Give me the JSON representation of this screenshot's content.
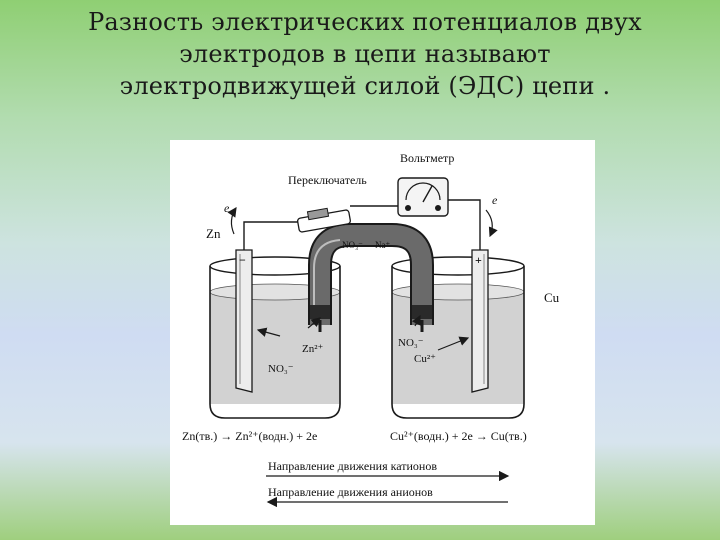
{
  "title": {
    "line1": "Разность электрических потенциалов двух",
    "line2": "электродов в  цепи называют",
    "line3": "электродвижущей  силой (ЭДС) цепи  ."
  },
  "diagram": {
    "voltmeter": "Вольтметр",
    "switch": "Переключатель",
    "electron_left": "e",
    "electron_right": "e",
    "anode_label": "Zn",
    "cathode_label": "Cu",
    "minus_sign": "−",
    "plus_sign": "+",
    "bridge_ion_left": "NO₃⁻",
    "bridge_ion_right": "Na⁺",
    "zn_ion": "Zn²⁺",
    "no3_left": "NO₃⁻",
    "no3_right": "NO₃⁻",
    "cu_ion": "Cu²⁺",
    "equation_left": "Zn(тв.) → Zn²⁺(водн.) + 2e",
    "equation_right": "Cu²⁺(водн.) + 2e → Cu(тв.)",
    "cation_direction": "Направление движения катионов",
    "anion_direction": "Направление движения анионов"
  },
  "colors": {
    "line": "#1a1a1a",
    "solution": "#cfcfcf",
    "bridge": "#6a6a6a"
  }
}
